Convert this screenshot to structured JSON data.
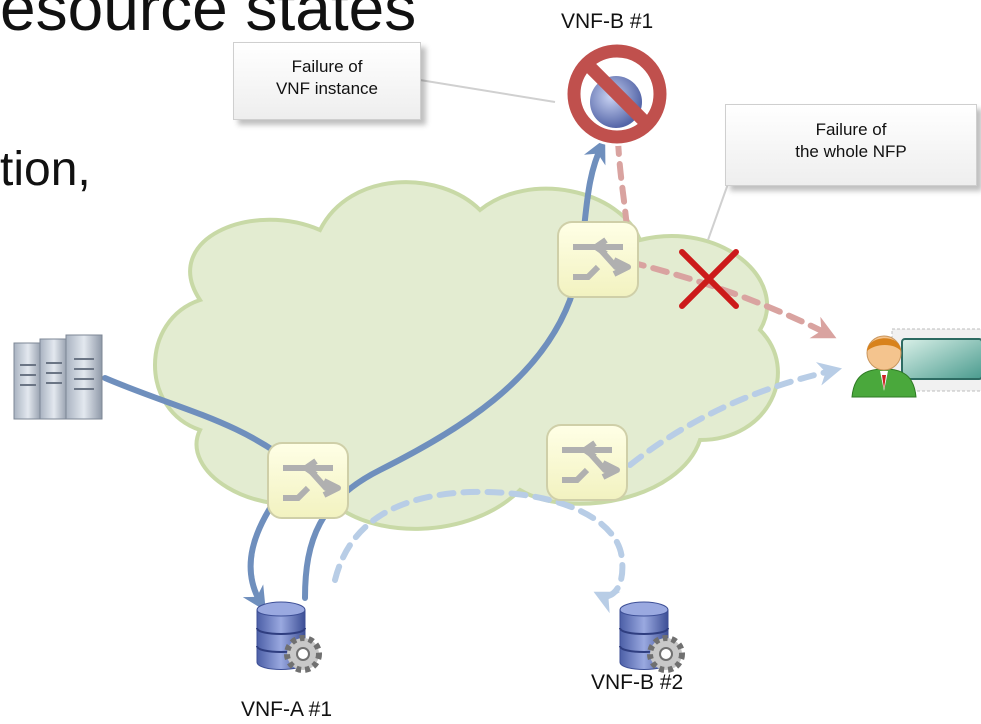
{
  "slide": {
    "heading_fragment": "esource states",
    "body_fragment": "tion,"
  },
  "nodes": {
    "vnf_b1": "VNF-B #1",
    "vnf_a1": "VNF-A #1",
    "vnf_b2": "VNF-B #2"
  },
  "callouts": {
    "vnf_failure": [
      "Failure of",
      "VNF instance"
    ],
    "nfp_failure": [
      "Failure of",
      "the whole NFP"
    ]
  },
  "colors": {
    "cloud_fill": "#e3ecd1",
    "cloud_stroke": "#c8d9a6",
    "primary_path": "#6f8fbd",
    "failed_path": "#d9a3a0",
    "backup_path": "#b8cde6",
    "failure_mark": "#cc1a1a",
    "blocked_sign": "#c0504d",
    "switch_fill": "#fbfbd4"
  },
  "icons": {
    "server": "server-rack-icon",
    "user": "user-terminal-icon",
    "switch": "network-switch-icon",
    "vnf": "database-gear-icon",
    "blocked": "prohibited-sign-icon",
    "failure": "red-x-icon"
  }
}
